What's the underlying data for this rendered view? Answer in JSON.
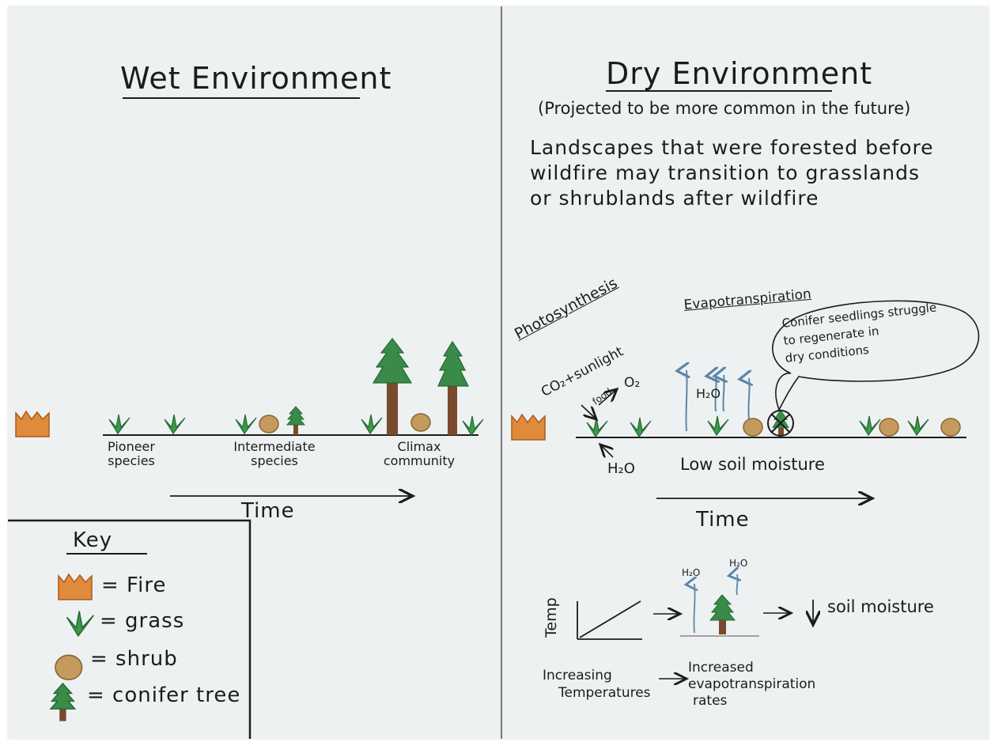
{
  "colors": {
    "paper": "#eef1f2",
    "ink": "#1c1c1c",
    "fire": "#e08a3c",
    "fire_outline": "#a85c1c",
    "grass": "#3c9a4a",
    "shrub": "#c49a5e",
    "shrub_outline": "#8a6634",
    "tree_foliage": "#3a8a4a",
    "tree_trunk": "#7a4a2e",
    "vapor_arrow": "#5a86a8"
  },
  "icons": {
    "fire": "fire-icon",
    "grass": "grass-icon",
    "shrub": "shrub-icon",
    "tree": "conifer-tree-icon",
    "arrow": "arrow-right-icon",
    "down_arrow": "arrow-down-icon",
    "no_symbol": "crossed-circle-icon",
    "chart": "line-chart-icon"
  },
  "wet": {
    "title": "Wet Environment",
    "stages": [
      {
        "label": "Pioneer\nspecies"
      },
      {
        "label": "Intermediate\nspecies"
      },
      {
        "label": "Climax\ncommunity"
      }
    ],
    "time_label": "Time"
  },
  "key": {
    "title": "Key",
    "items": [
      {
        "icon": "fire-icon",
        "label": "= Fire"
      },
      {
        "icon": "grass-icon",
        "label": "= grass"
      },
      {
        "icon": "shrub-icon",
        "label": "= shrub"
      },
      {
        "icon": "conifer-tree-icon",
        "label": "= conifer tree"
      }
    ]
  },
  "dry": {
    "title": "Dry Environment",
    "subtitle": "(Projected to be more common in the future)",
    "description": [
      "Landscapes that were forested before",
      "wildfire may transition to grasslands",
      "or shrublands after wildfire"
    ],
    "photosynthesis_label": "Photosynthesis",
    "co2_sunlight": "CO₂+sunlight",
    "food": "food",
    "o2": "O₂",
    "h2o_in": "H₂O",
    "evapotranspiration_label": "Evapotranspiration",
    "h2o_vapor": "H₂O",
    "speech_bubble": [
      "Conifer seedlings struggle",
      "to regenerate in",
      "dry conditions"
    ],
    "low_soil_moisture": "Low soil moisture",
    "time_label": "Time",
    "chart_ylabel": "Temp",
    "h2o_small_1": "H₂O",
    "h2o_small_2": "H₂O",
    "soil_moisture_label": "soil moisture",
    "increasing_temperatures": [
      "Increasing",
      "Temperatures"
    ],
    "increased_rates": [
      "Increased",
      "evapotranspiration",
      "rates"
    ]
  }
}
